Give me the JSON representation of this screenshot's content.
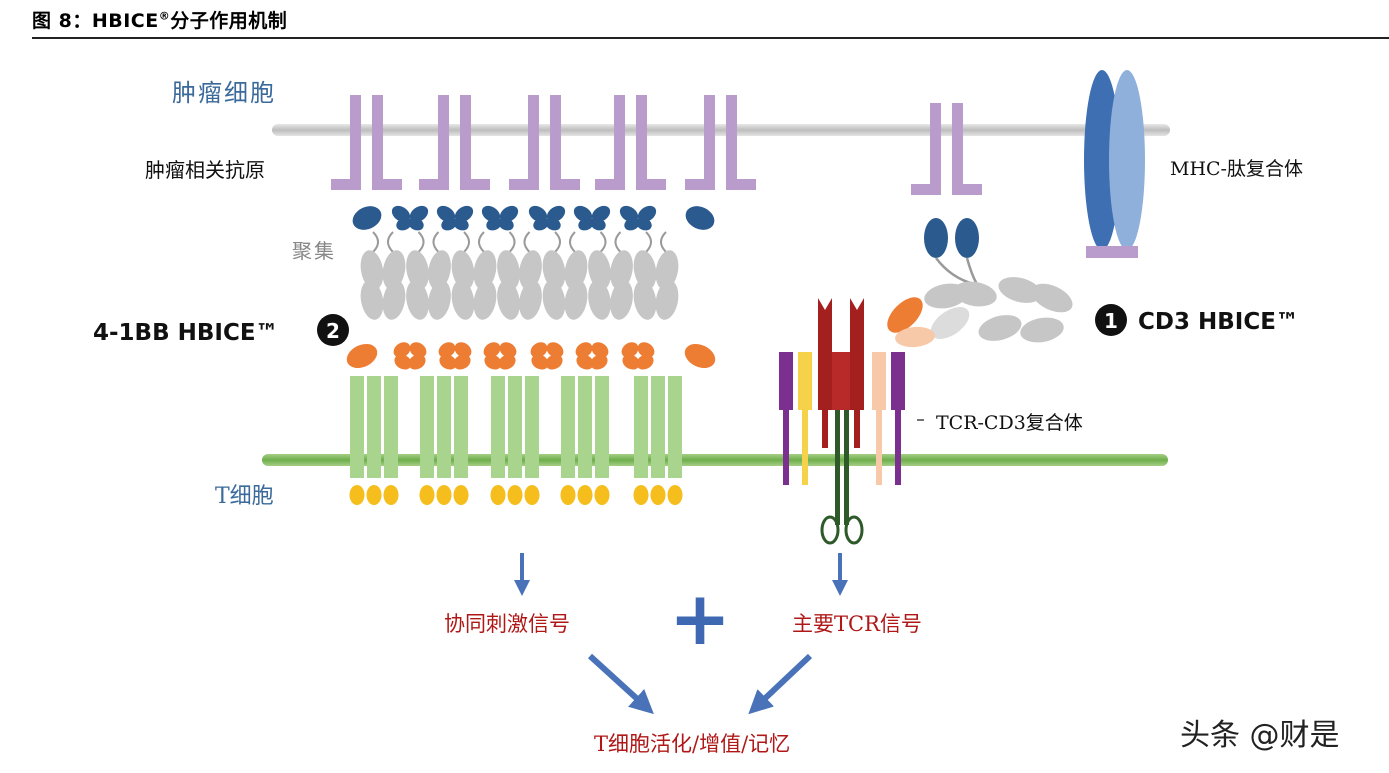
{
  "header": {
    "prefix": "图 8：HBICE",
    "sup": "®",
    "suffix": "分子作用机制"
  },
  "labels": {
    "tumor_cell": "肿瘤细胞",
    "tumor_antigen": "肿瘤相关抗原",
    "cluster": "聚集",
    "bb_label": "4-1BB HBICE™",
    "bb_num": "2",
    "cd3_num": "1",
    "cd3_label": "CD3 HBICE™",
    "mhc": "MHC-肽复合体",
    "tcr": "TCR-CD3复合体",
    "t_cell": "T细胞",
    "costim": "协同刺激信号",
    "tcr_signal": "主要TCR信号",
    "plus": "+",
    "result": "T细胞活化/增值/记忆",
    "watermark": "头条 @财是"
  },
  "colors": {
    "antigen": "#b99ccc",
    "scfv_blue": "#2a5a8e",
    "grey": "#c6c6c6",
    "orange": "#ee7d34",
    "green_rec": "#a8d48e",
    "yellow": "#f5be1c",
    "label_blue": "#3a6a9a",
    "label_red": "#b01818",
    "arrow_blue": "#4a72b8",
    "mhc_dark": "#3d6fb2",
    "mhc_light": "#8fb0da"
  }
}
